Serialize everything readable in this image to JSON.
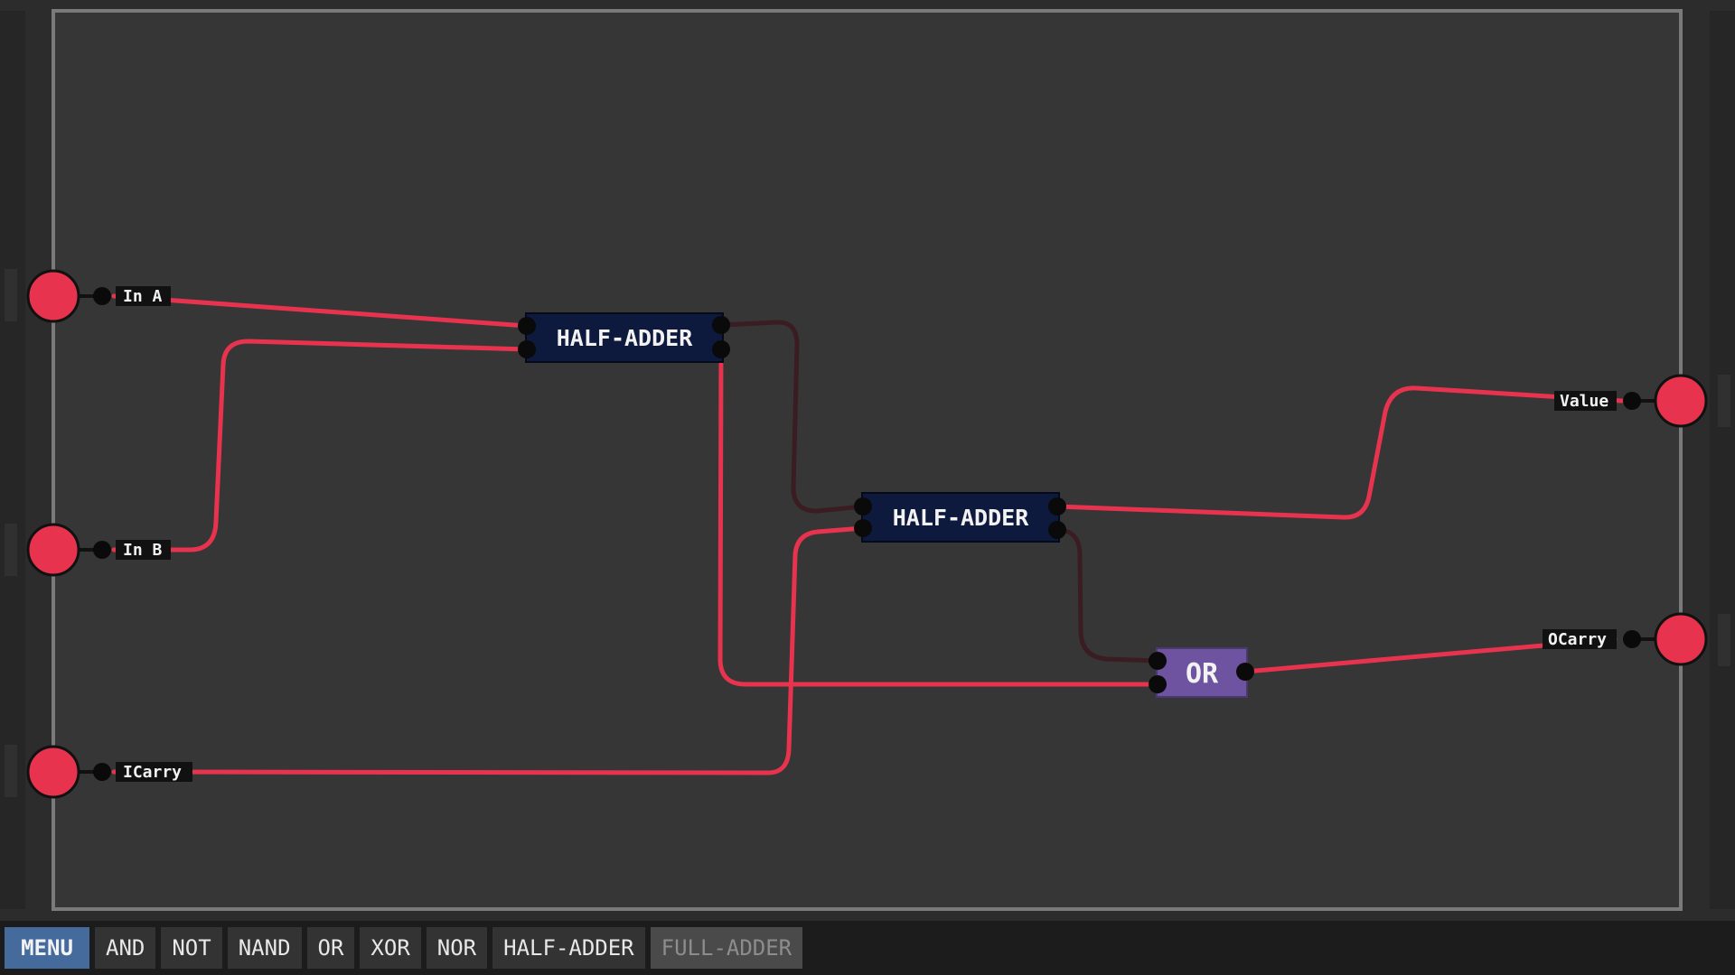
{
  "colors": {
    "active_wire": "#e8334f",
    "inactive_wire": "#3a1d22",
    "io_node": "#e8334f",
    "half_adder_fill": "#0d1a3d",
    "or_fill": "#6e54a0",
    "frame": "#7a7a7a",
    "board_bg": "#363636"
  },
  "icons": {
    "pin": "black-circle-pin",
    "io": "red-circle-io-node"
  },
  "inputs": [
    {
      "label": "In A",
      "state": "on"
    },
    {
      "label": "In B",
      "state": "on"
    },
    {
      "label": "ICarry",
      "state": "on"
    }
  ],
  "outputs": [
    {
      "label": "Value",
      "state": "on"
    },
    {
      "label": "OCarry",
      "state": "on"
    }
  ],
  "gates": {
    "half_adder_1": {
      "label": "HALF-ADDER"
    },
    "half_adder_2": {
      "label": "HALF-ADDER"
    },
    "or_gate": {
      "label": "OR"
    }
  },
  "toolbar": {
    "menu": "MENU",
    "items": [
      "AND",
      "NOT",
      "NAND",
      "OR",
      "XOR",
      "NOR",
      "HALF-ADDER"
    ],
    "current": "FULL-ADDER"
  }
}
